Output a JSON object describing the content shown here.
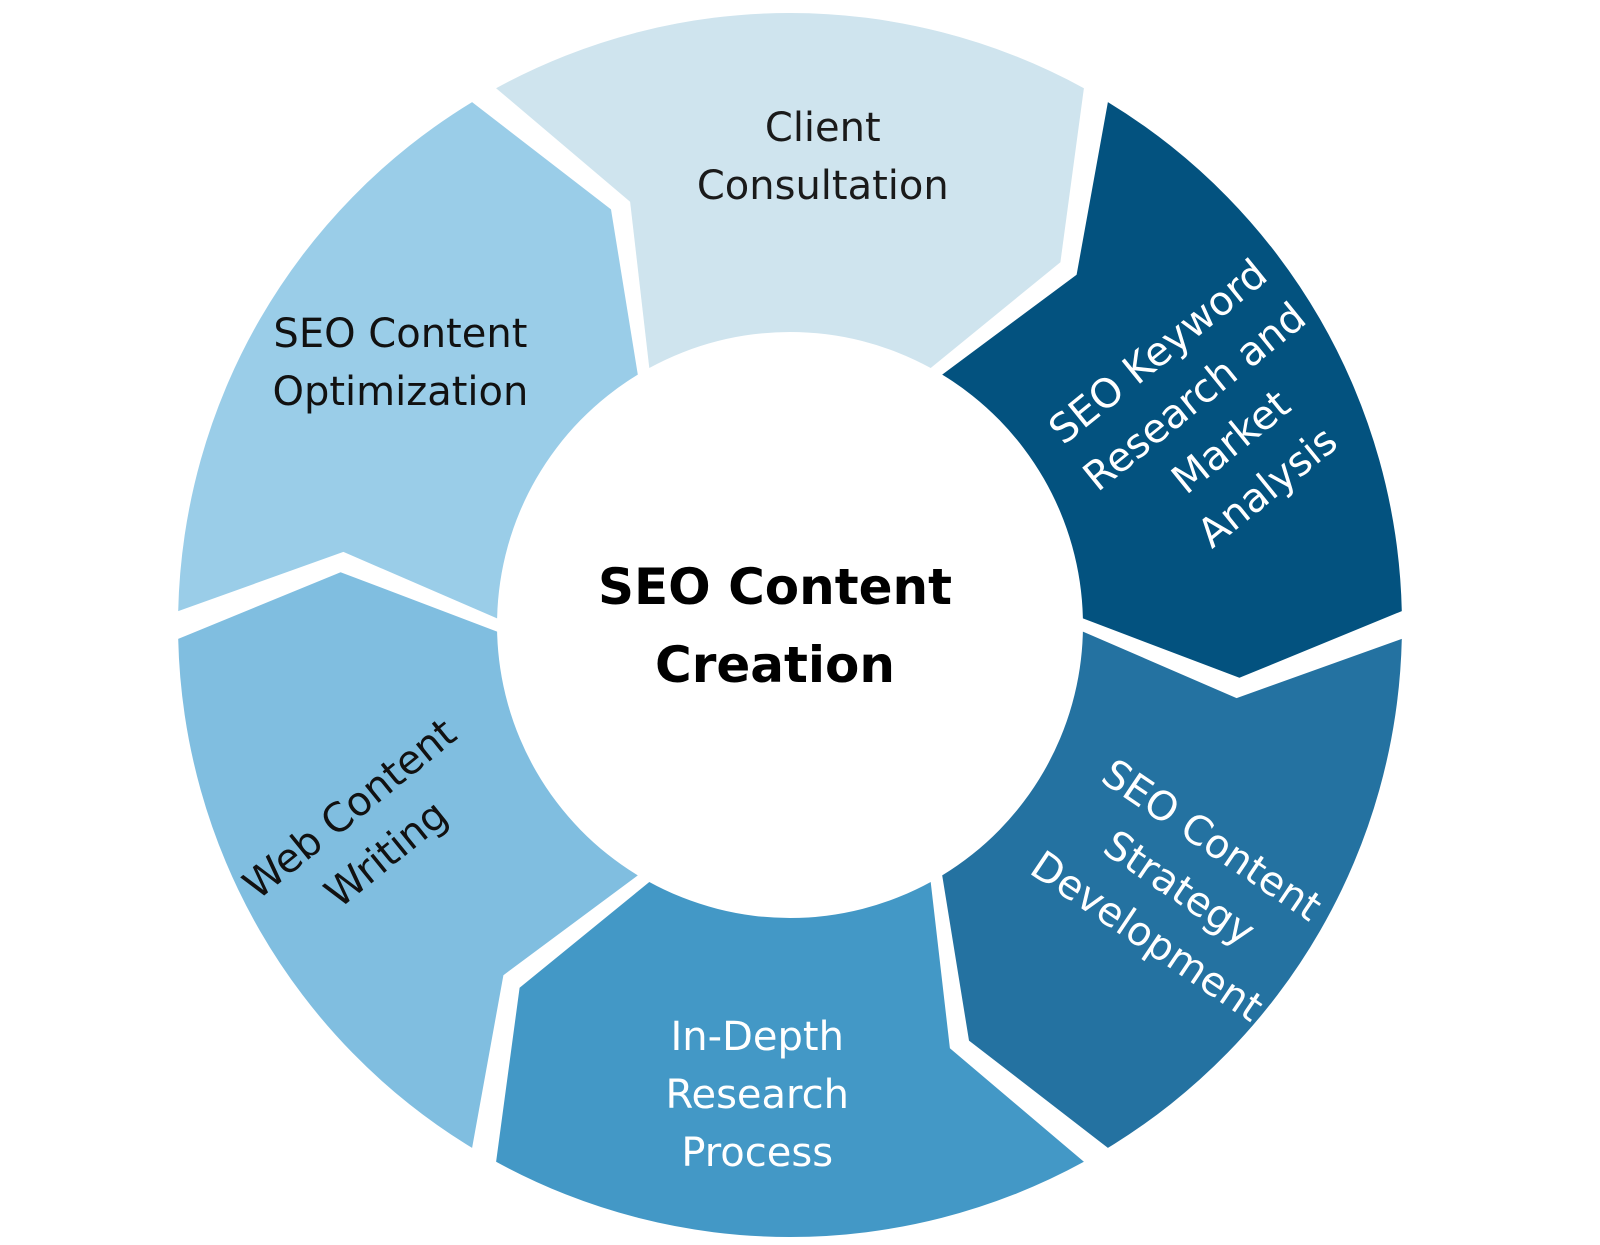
{
  "center": {
    "title_lines": [
      "SEO Content",
      "Creation"
    ],
    "fill": "#ffffff",
    "text_color": "#000000"
  },
  "segments": [
    {
      "name": "client-consultation",
      "lines": [
        "Client",
        "Consultation"
      ],
      "fill": "#cfe4ee",
      "text_color": "#1a1a1a"
    },
    {
      "name": "seo-keyword-research",
      "lines": [
        "SEO Keyword",
        "Research and",
        "Market",
        "Analysis"
      ],
      "fill": "#03527f",
      "text_color": "#ffffff"
    },
    {
      "name": "seo-content-strategy",
      "lines": [
        "SEO Content",
        "Strategy",
        "Development"
      ],
      "fill": "#2472a1",
      "text_color": "#ffffff"
    },
    {
      "name": "in-depth-research",
      "lines": [
        "In-Depth",
        "Research",
        "Process"
      ],
      "fill": "#4398c6",
      "text_color": "#ffffff"
    },
    {
      "name": "web-content-writing",
      "lines": [
        "Web Content",
        "Writing"
      ],
      "fill": "#80bee0",
      "text_color": "#111111"
    },
    {
      "name": "seo-content-optimization",
      "lines": [
        "SEO Content",
        "Optimization"
      ],
      "fill": "#9acde8",
      "text_color": "#111111"
    }
  ]
}
